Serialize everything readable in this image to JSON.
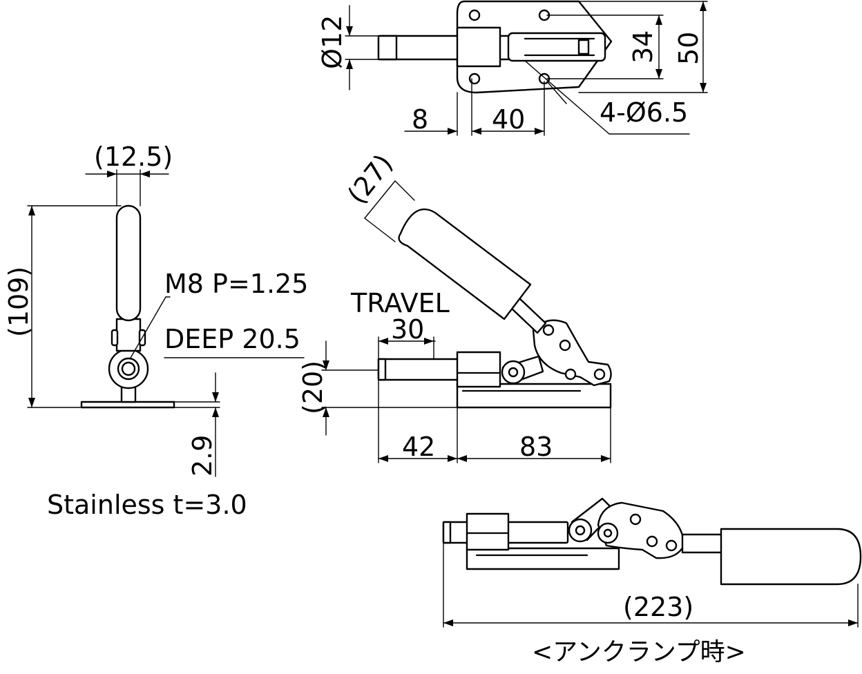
{
  "top_view": {
    "dia_label": "Ø12",
    "dim_34": "34",
    "dim_50": "50",
    "dim_8": "8",
    "dim_40": "40",
    "holes_label": "4-Ø6.5"
  },
  "side_view": {
    "width_label": "(12.5)",
    "height_label": "(109)",
    "thread_label": "M8 P=1.25",
    "deep_label": "DEEP 20.5",
    "plate_thickness_label": "2.9",
    "material_label": "Stainless t=3.0"
  },
  "front_view": {
    "travel_label": "TRAVEL",
    "travel_value": "30",
    "handle_label": "(27)",
    "height_label": "(20)",
    "dim_42": "42",
    "dim_83": "83"
  },
  "unclamped_view": {
    "length_label": "(223)",
    "caption": "<アンクランプ時>"
  }
}
